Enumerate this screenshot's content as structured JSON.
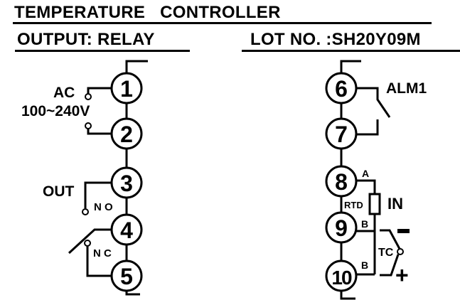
{
  "header": {
    "title": "TEMPERATURE   CONTROLLER",
    "output": "OUTPUT: RELAY",
    "lot": "LOT NO. :SH20Y09M"
  },
  "terminals": {
    "t1": "1",
    "t2": "2",
    "t3": "3",
    "t4": "4",
    "t5": "5",
    "t6": "6",
    "t7": "7",
    "t8": "8",
    "t9": "9",
    "t10": "10"
  },
  "labels": {
    "ac": "AC",
    "voltage": "100~240V",
    "out": "OUT",
    "no": "N O",
    "nc": "N C",
    "alm": "ALM1",
    "a": "A",
    "rtd": "RTD",
    "in": "IN",
    "b1": "B",
    "b2": "B",
    "tc": "TC",
    "minus": "-",
    "plus": "+"
  },
  "colors": {
    "line": "#000000",
    "background": "#ffffff"
  }
}
